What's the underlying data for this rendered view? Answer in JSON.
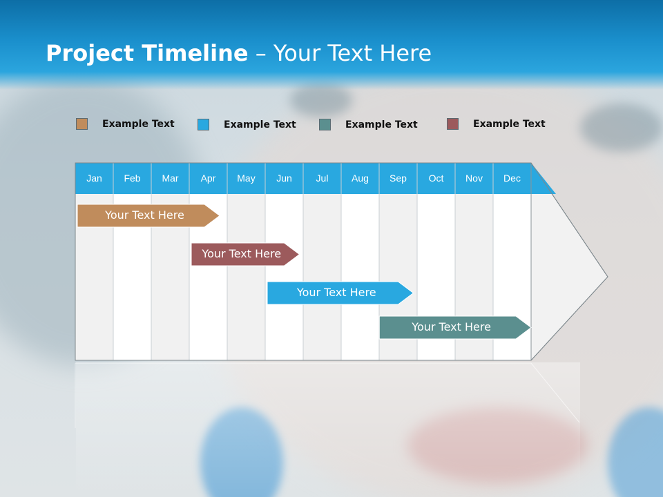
{
  "title": {
    "bold": "Project Timeline",
    "rest": " – Your Text Here"
  },
  "colors": {
    "header": "#1a8fcc",
    "month_bar": "#29a8e0",
    "tan": "#c08c5c",
    "blue": "#29a8e0",
    "teal": "#5b8f8f",
    "maroon": "#9c5a5c"
  },
  "legend": [
    {
      "label": "Example Text",
      "color": "#c08c5c"
    },
    {
      "label": "Example Text",
      "color": "#29a8e0"
    },
    {
      "label": "Example Text",
      "color": "#5b8f8f"
    },
    {
      "label": "Example Text",
      "color": "#9c5a5c"
    }
  ],
  "months": [
    "Jan",
    "Feb",
    "Mar",
    "Apr",
    "May",
    "Jun",
    "Jul",
    "Aug",
    "Sep",
    "Oct",
    "Nov",
    "Dec"
  ],
  "tasks": [
    {
      "label": "Your  Text Here",
      "start": 0.0,
      "end": 3.8,
      "color": "#c08c5c"
    },
    {
      "label": "Your  Text Here",
      "start": 3.0,
      "end": 5.9,
      "color": "#9c5a5c"
    },
    {
      "label": "Your  Text Here",
      "start": 5.0,
      "end": 8.9,
      "color": "#29a8e0"
    },
    {
      "label": "Your  Text Here",
      "start": 7.95,
      "end": 12.0,
      "color": "#5b8f8f"
    }
  ]
}
